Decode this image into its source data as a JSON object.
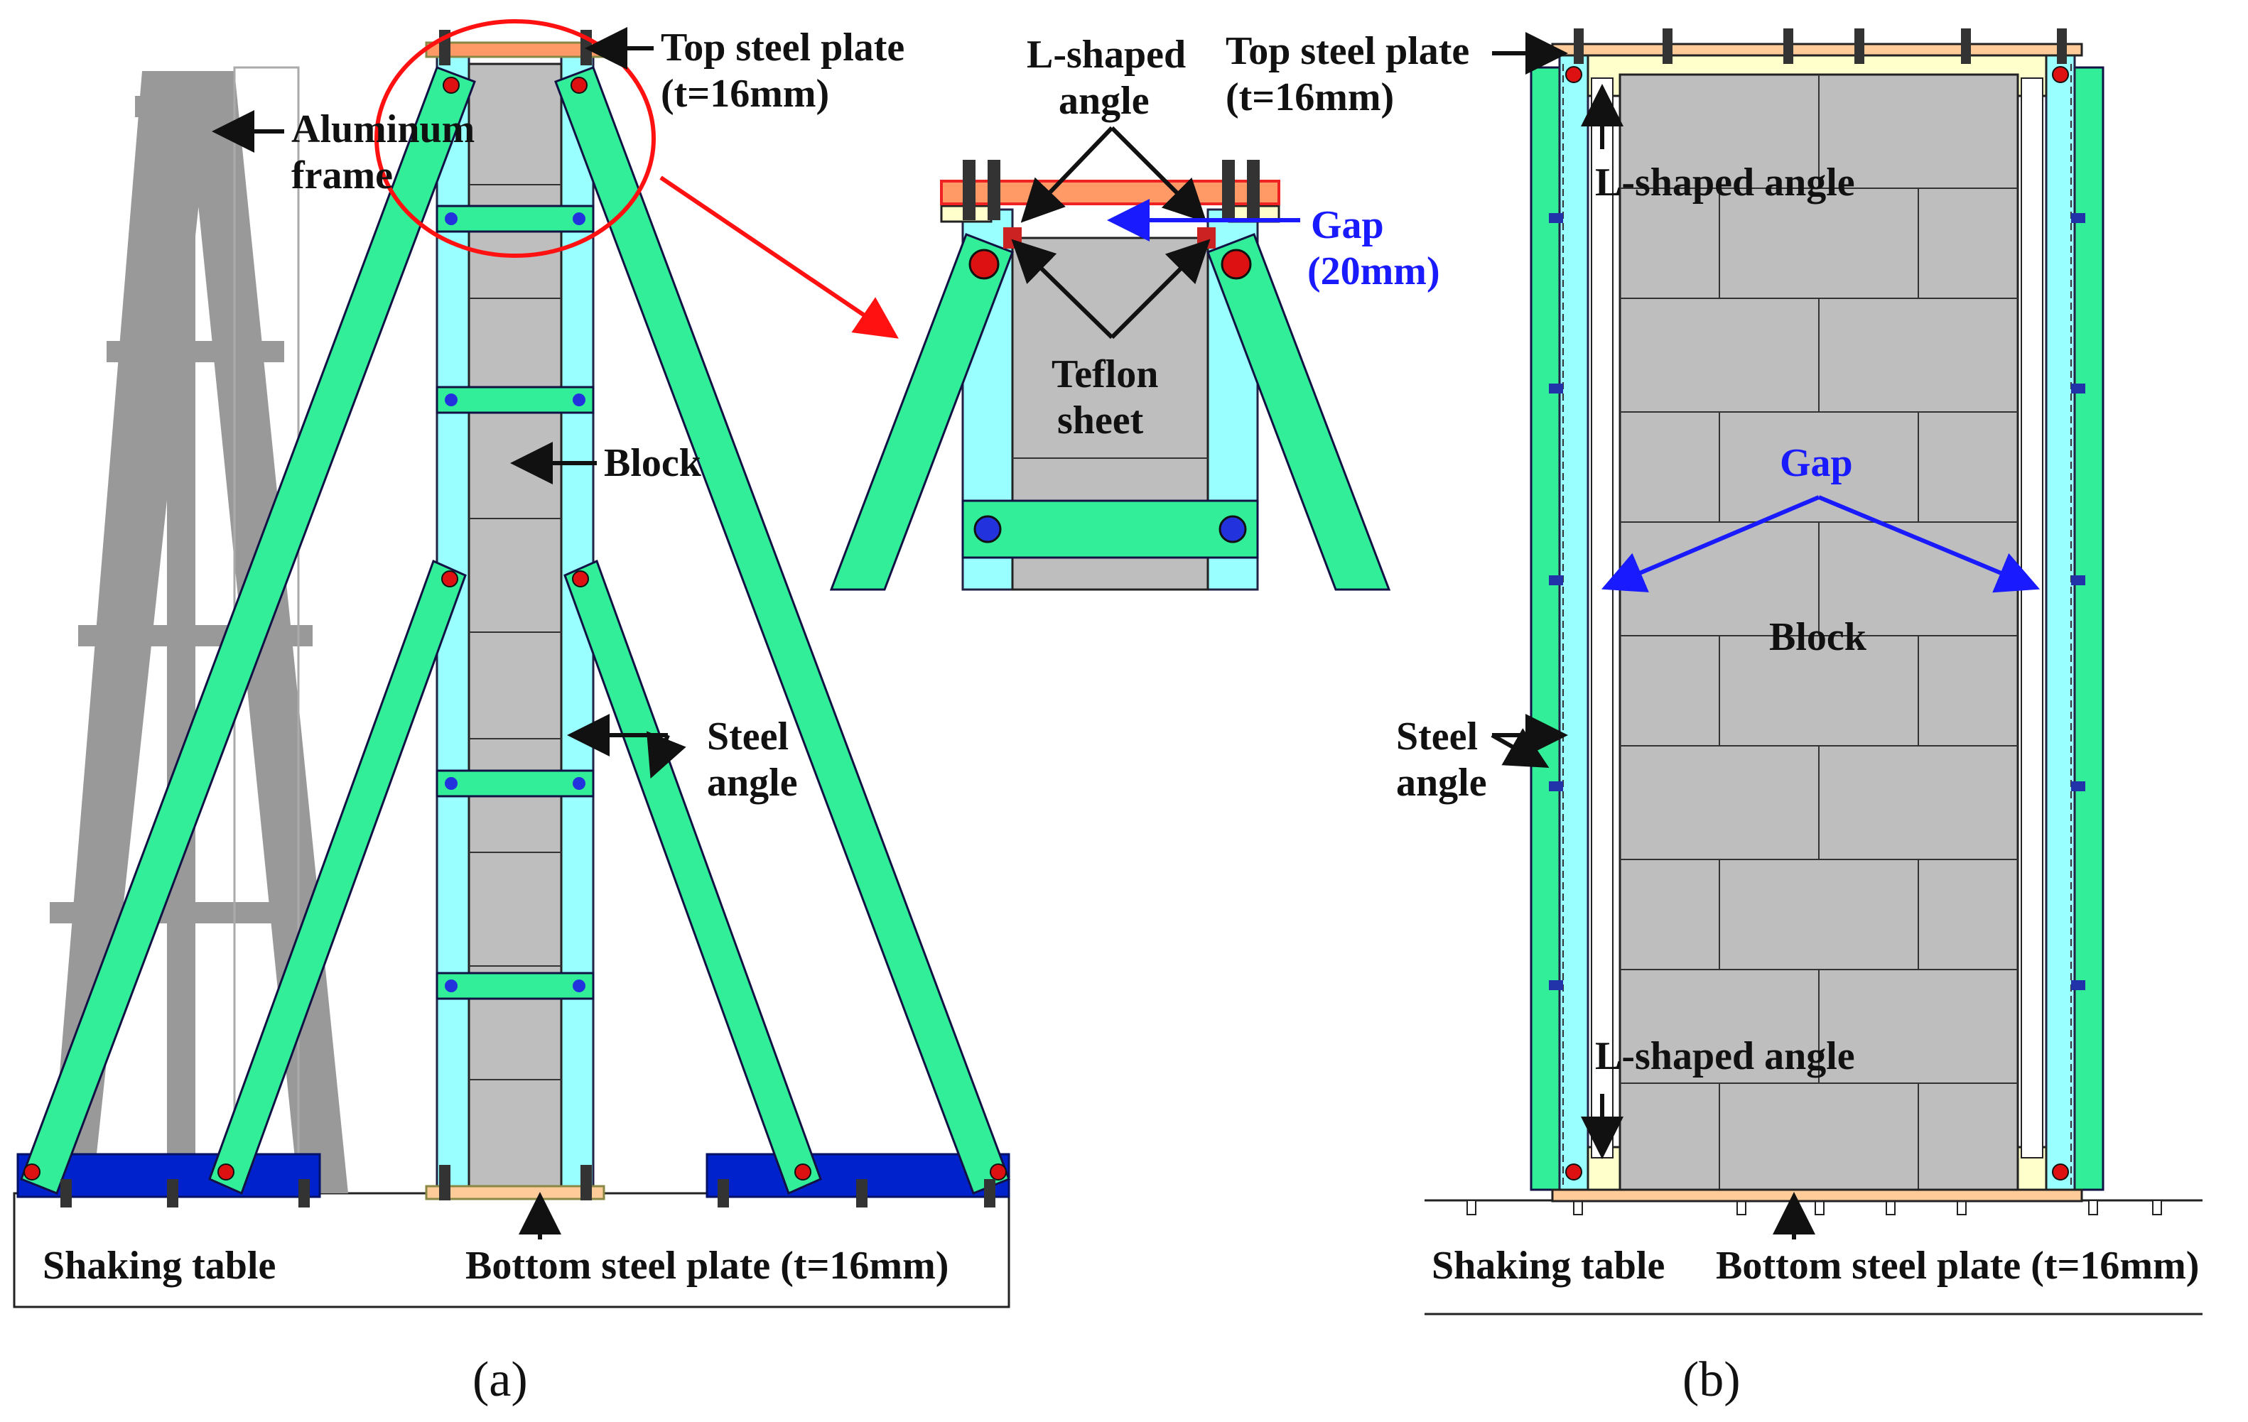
{
  "colors": {
    "steel_angle": "#33ee99",
    "steel_angle_dark": "#1f9f66",
    "column_frame": "#99ffff",
    "block": "#bebebe",
    "aluminum": "#999999",
    "base_block": "#0022cc",
    "top_plate": "#ff9966",
    "gap_blue": "#1a1aff",
    "zoom_red": "#ff1111",
    "l_angle": "#ffffcc",
    "bolt_red": "#dd1111"
  },
  "panel_a": {
    "caption": "(a)",
    "labels": {
      "top_plate_1": "Top steel plate",
      "top_plate_2": "(t=16mm)",
      "aluminum_1": "Aluminum",
      "aluminum_2": "frame",
      "block": "Block",
      "steel_angle_1": "Steel",
      "steel_angle_2": "angle",
      "shaking_table": "Shaking table",
      "bottom_plate": "Bottom steel plate (t=16mm)"
    }
  },
  "detail": {
    "labels": {
      "l_angle_1": "L-shaped",
      "l_angle_2": "angle",
      "gap_1": "Gap",
      "gap_2": "(20mm)",
      "teflon_1": "Teflon",
      "teflon_2": "sheet"
    }
  },
  "panel_b": {
    "caption": "(b)",
    "labels": {
      "top_plate_1": "Top steel plate",
      "top_plate_2": "(t=16mm)",
      "l_angle_top": "L-shaped angle",
      "gap": "Gap",
      "block": "Block",
      "steel_angle_1": "Steel",
      "steel_angle_2": "angle",
      "l_angle_bottom": "L-shaped angle",
      "shaking_table": "Shaking table",
      "bottom_plate": "Bottom steel plate (t=16mm)"
    }
  }
}
